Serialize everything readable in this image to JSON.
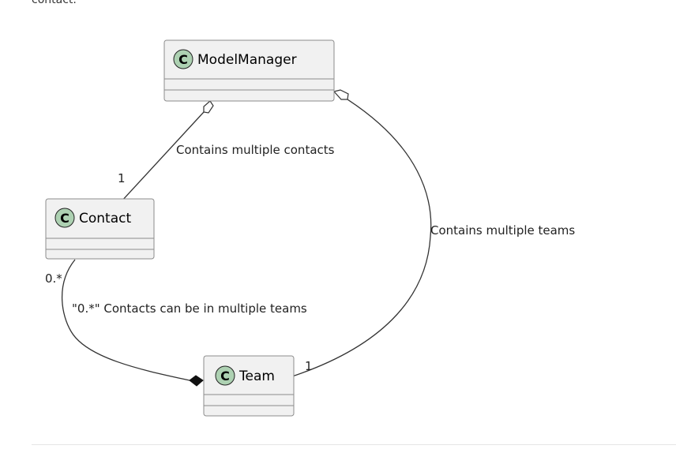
{
  "page": {
    "top_text": "contact."
  },
  "classes": {
    "model_manager": {
      "name": "ModelManager",
      "stereotype_letter": "C"
    },
    "contact": {
      "name": "Contact",
      "stereotype_letter": "C"
    },
    "team": {
      "name": "Team",
      "stereotype_letter": "C"
    }
  },
  "relations": {
    "manager_contact": {
      "label": "Contains multiple contacts",
      "multiplicity_target": "1"
    },
    "manager_team": {
      "label": "Contains multiple teams",
      "multiplicity_target": "1"
    },
    "contact_team": {
      "label": "\"0.*\" Contacts can be in multiple teams",
      "multiplicity_source": "0.*"
    }
  },
  "colors": {
    "class_fill": "#f1f1f1",
    "class_border": "#8c8c8c",
    "circle_fill": "#add1b2",
    "edge": "#333333"
  }
}
